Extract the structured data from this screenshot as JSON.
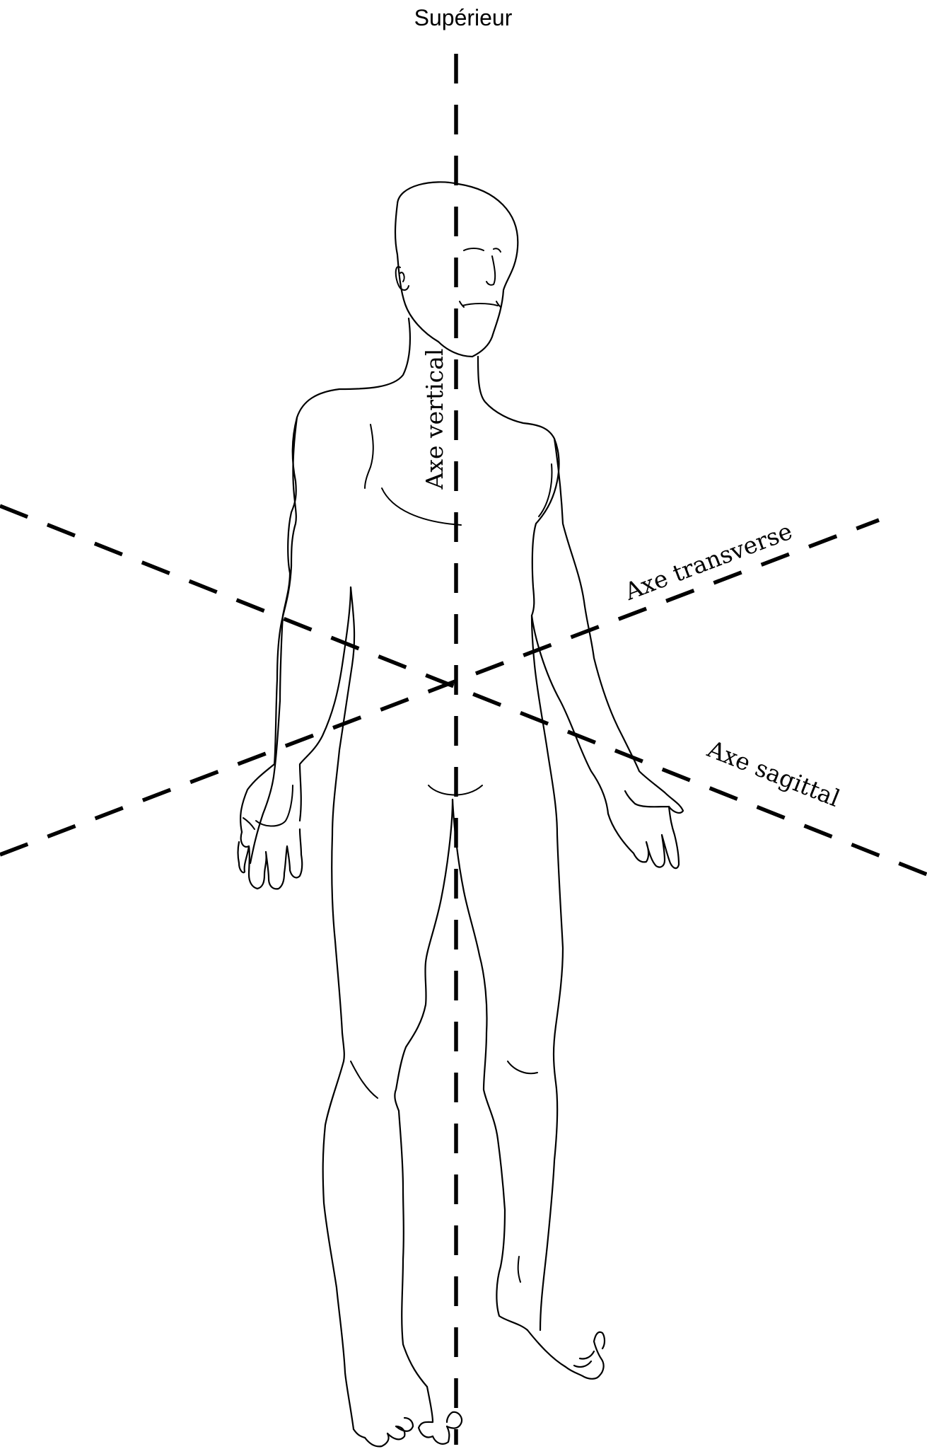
{
  "labels": {
    "top": "Supérieur",
    "vertical_axis": "Axe vertical",
    "transverse_axis": "Axe transverse",
    "sagittal_axis": "Axe sagittal"
  },
  "colors": {
    "background": "#ffffff",
    "line": "#000000"
  }
}
